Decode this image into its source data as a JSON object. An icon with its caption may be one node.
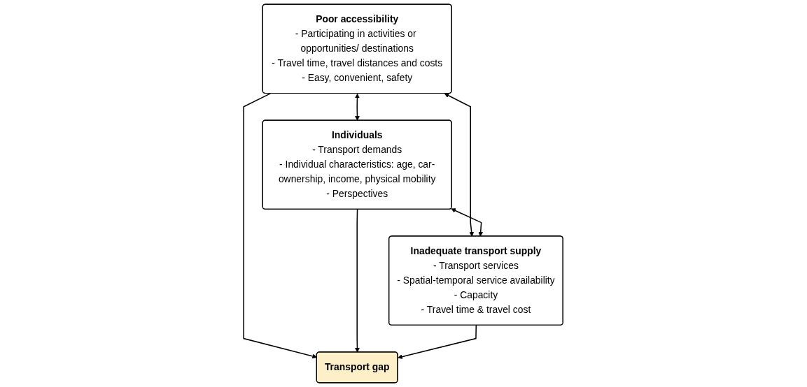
{
  "diagram": {
    "nodes": [
      {
        "text": [
          "Poor accessibility",
          "- Participating in activities or opportunities/ destinations",
          "- Travel time, travel distances and costs",
          "- Easy, convenient, safety"
        ]
      },
      {
        "text": [
          "Individuals",
          "- Transport demands",
          "- Individual characteristics: age, car-ownership, income, physical mobility",
          "- Perspectives"
        ]
      },
      {
        "text": [
          "Transport gap"
        ]
      },
      {
        "text": [
          "Inadequate transport supply",
          "- Transport services",
          "- Spatial-temporal service availability",
          "- Capacity",
          "- Travel time & travel cost"
        ]
      }
    ],
    "edges": [
      {
        "from": 0,
        "to": 1,
        "arrow": "both"
      },
      {
        "from": 0,
        "to": 2,
        "arrow": "to"
      },
      {
        "from": 1,
        "to": 2,
        "arrow": "to"
      },
      {
        "from": 3,
        "to": 2,
        "arrow": "to"
      },
      {
        "from": 0,
        "to": 3,
        "arrow": "both"
      },
      {
        "from": 1,
        "to": 3,
        "arrow": "both"
      }
    ]
  }
}
